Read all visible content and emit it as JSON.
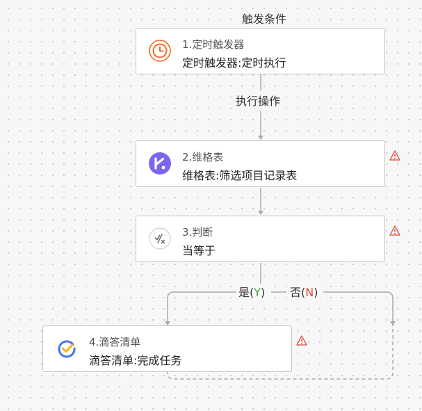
{
  "sections": {
    "trigger_label": "触发条件",
    "action_label": "执行操作"
  },
  "nodes": [
    {
      "title": "1.定时触发器",
      "desc": "定时触发器:定时执行",
      "icon": "clock-icon",
      "warning": false
    },
    {
      "title": "2.维格表",
      "desc": "维格表:筛选项目记录表",
      "icon": "vika-logo-icon",
      "warning": true
    },
    {
      "title": "3.判断",
      "desc": "当等于",
      "icon": "condition-icon",
      "warning": true
    },
    {
      "title": "4.滴答清单",
      "desc": "滴答清单:完成任务",
      "icon": "ticktick-icon",
      "warning": true
    }
  ],
  "branches": {
    "yes": {
      "prefix": "是(",
      "letter": "Y",
      "suffix": ")"
    },
    "no": {
      "prefix": "否(",
      "letter": "N",
      "suffix": ")"
    }
  },
  "colors": {
    "clock": "#f06a1e",
    "vika": "#7b67ee",
    "ticktick_blue": "#4772fa",
    "ticktick_check": "#f4b400",
    "warning": "#e0453a",
    "yes": "#3aaa35",
    "no": "#e0453a"
  }
}
